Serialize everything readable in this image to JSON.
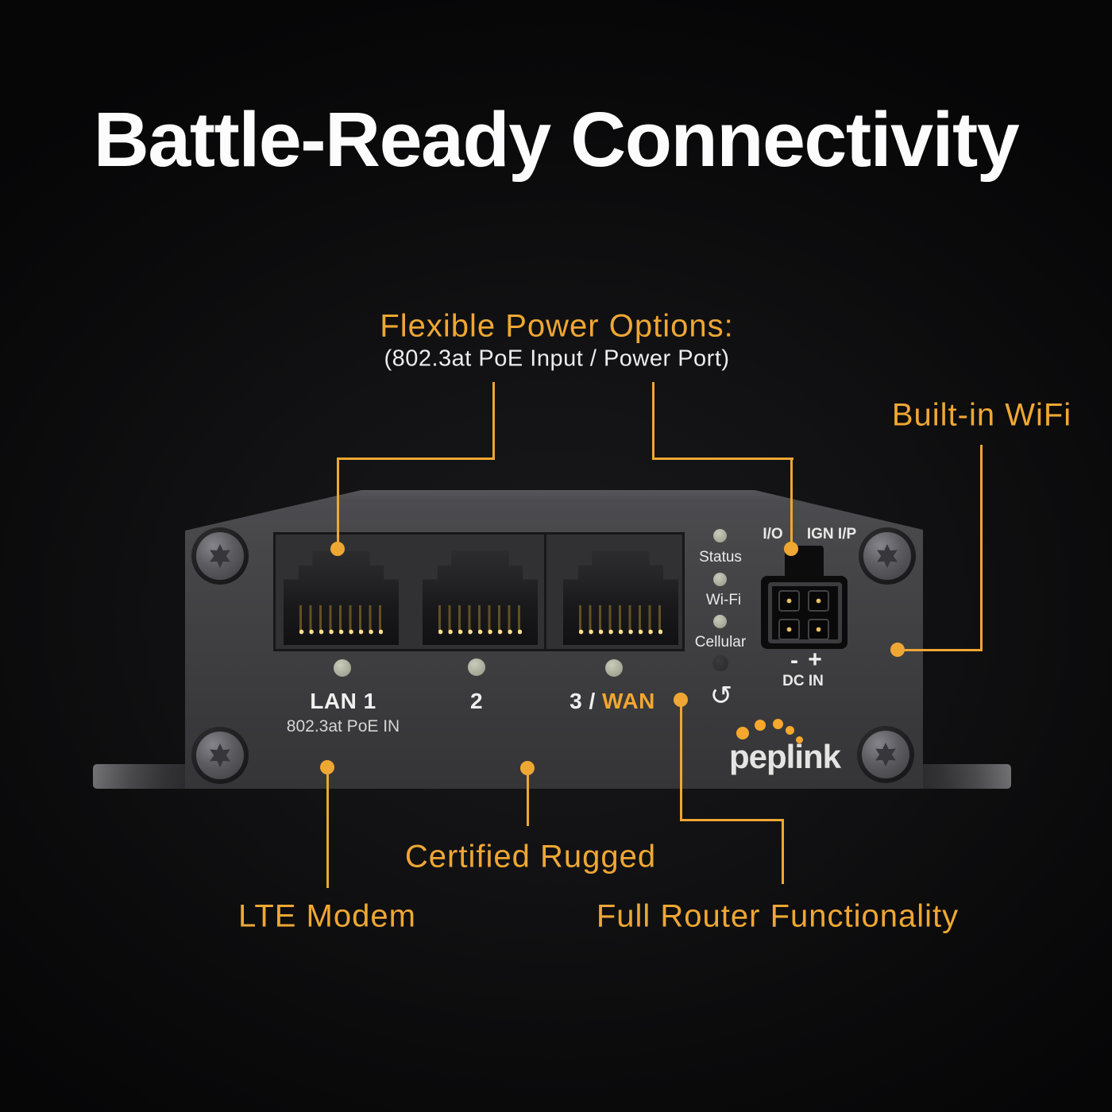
{
  "title": "Battle-Ready Connectivity",
  "colors": {
    "accent": "#EFA733",
    "wan_accent": "#F2A72E",
    "logo_dot": "#F5A82B",
    "title_color": "#FCFCFC"
  },
  "callouts": {
    "flexible_power": {
      "label": "Flexible Power Options:",
      "sublabel": "(802.3at PoE Input / Power Port)"
    },
    "builtin_wifi": {
      "label": "Built-in WiFi"
    },
    "certified_rugged": {
      "label": "Certified Rugged"
    },
    "lte_modem": {
      "label": "LTE Modem"
    },
    "full_router": {
      "label": "Full Router Functionality"
    }
  },
  "device": {
    "brand": "peplink",
    "ports": [
      {
        "label": "LAN 1",
        "sublabel": "802.3at PoE IN"
      },
      {
        "label": "2"
      },
      {
        "label_prefix": "3 / ",
        "label_accent": "WAN"
      }
    ],
    "status_leds": [
      {
        "label": "Status"
      },
      {
        "label": "Wi-Fi"
      },
      {
        "label": "Cellular"
      }
    ],
    "io_header": {
      "io": "I/O",
      "ign": "IGN I/P"
    },
    "power": {
      "minus": "-",
      "plus": "+",
      "label": "DC IN"
    },
    "reset_icon": "↺"
  }
}
